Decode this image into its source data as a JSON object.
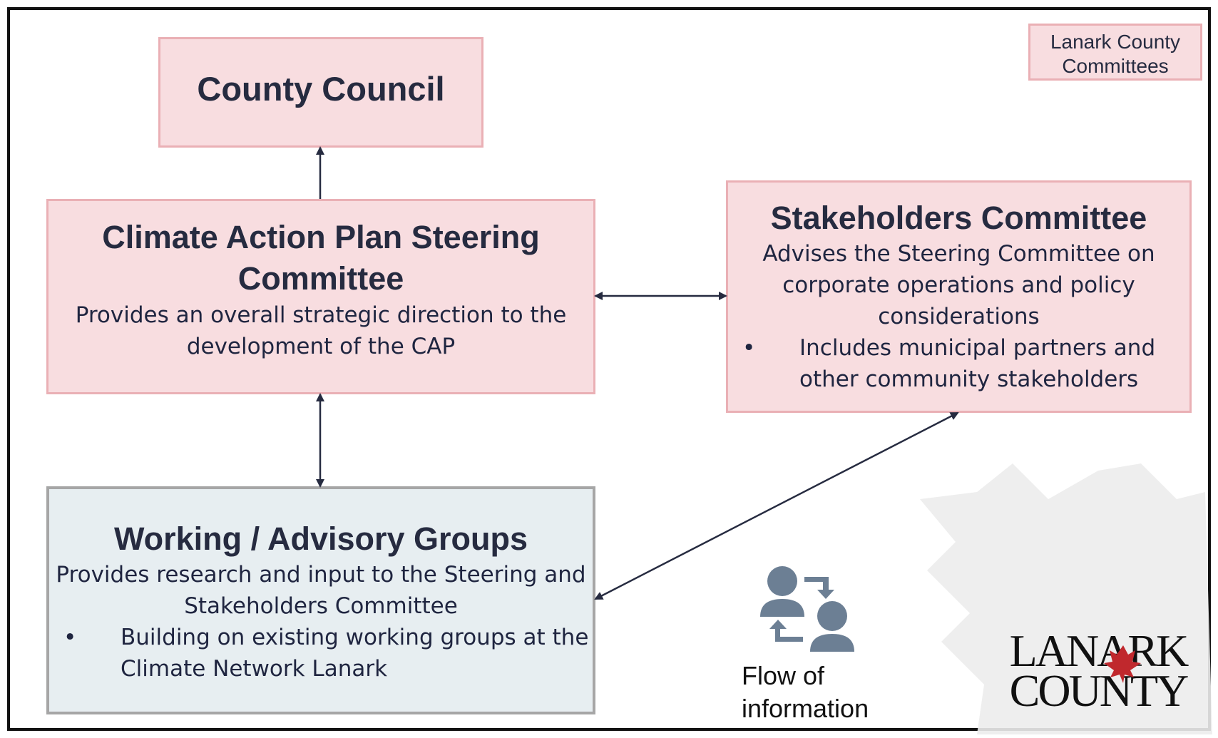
{
  "legend": {
    "text": "Lanark County Committees",
    "line1": "Lanark County",
    "line2": "Committees"
  },
  "boxes": {
    "county_council": {
      "title": "County Council"
    },
    "steering": {
      "title_line1": "Climate Action Plan Steering",
      "title_line2": "Committee",
      "desc_line1": "Provides an overall strategic direction to the",
      "desc_line2": "development of the CAP"
    },
    "stakeholders": {
      "title": "Stakeholders Committee",
      "desc_line1": "Advises the Steering Committee on",
      "desc_line2": "corporate operations and policy",
      "desc_line3": "considerations",
      "bullet_line1": "Includes municipal partners and",
      "bullet_line2": "other community stakeholders"
    },
    "working": {
      "title": "Working / Advisory Groups",
      "desc_line1": "Provides research and input to the Steering and",
      "desc_line2": "Stakeholders Committee",
      "bullet_line1": "Building on existing working groups at the",
      "bullet_line2": "Climate Network Lanark"
    }
  },
  "bullet_symbol": "•",
  "flow_icon": {
    "icon": "people-exchange-icon",
    "label_line1": "Flow of",
    "label_line2": "information"
  },
  "logo": {
    "line1": "LANARK",
    "line2": "COUNTY",
    "icon": "maple-leaf-icon"
  },
  "colors": {
    "pink_fill": "#f8dde0",
    "pink_border": "#eab0b5",
    "blue_fill": "#e7eef1",
    "gray_border": "#a6a6a6",
    "arrow": "#262b40",
    "icon": "#6c7f94",
    "leaf_watermark": "#ececec",
    "leaf_red": "#c0282d"
  }
}
